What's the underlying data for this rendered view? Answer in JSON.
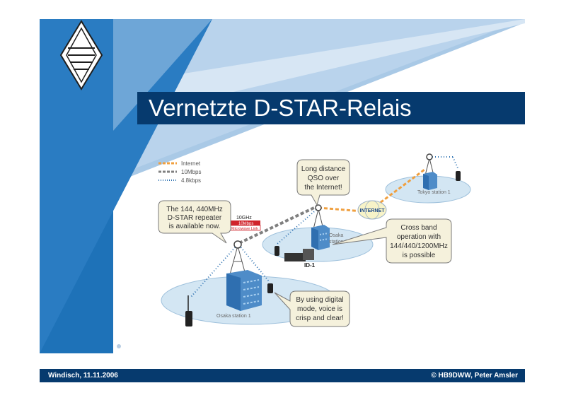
{
  "slide": {
    "title": "Vernetzte D-STAR-Relais",
    "footer_left": "Windisch, 11.11.2006",
    "footer_right": "© HB9DWW, Peter Amsler"
  },
  "legend": [
    {
      "label": "Internet",
      "color": "#f0a040",
      "style": "dashed"
    },
    {
      "label": "10Mbps",
      "color": "#808080",
      "style": "dashed"
    },
    {
      "label": "4.8kbps",
      "color": "#2a6fb0",
      "style": "dotted"
    }
  ],
  "callouts": {
    "repeater": [
      "The 144, 440MHz",
      "D-STAR repeater",
      "is available now."
    ],
    "long_distance": [
      "Long distance",
      "QSO over",
      "the Internet!"
    ],
    "cross_band": [
      "Cross band",
      "operation with",
      "144/440/1200MHz",
      "is possible"
    ],
    "digital_mode": [
      "By using digital",
      "mode, voice is",
      "crisp and clear!"
    ]
  },
  "stations": {
    "osaka1": "Osaka station 1",
    "osaka2": [
      "Osaka",
      "station 2"
    ],
    "tokyo": "Tokyo station 1"
  },
  "link_labels": {
    "ghz": "10GHz",
    "mbps": "10Mbps",
    "microwave": "Microwave Link"
  },
  "internet_label": "INTERNET",
  "id1_label": "ID-1",
  "colors": {
    "navy": "#063a6e",
    "blue": "#1e72b8",
    "light_blue": "#9fc1e2",
    "internet": "#f0a040",
    "mbps": "#808080",
    "kbps": "#2a6fb0"
  }
}
